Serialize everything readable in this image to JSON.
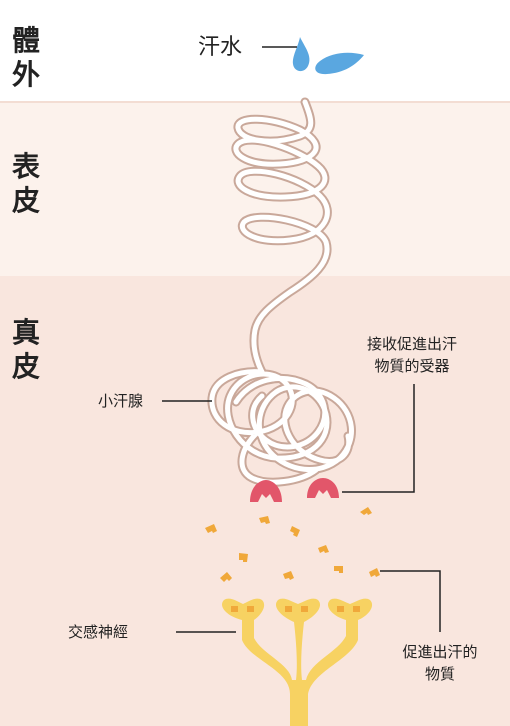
{
  "zones": {
    "outside_label": "體外",
    "epidermis_label": "表皮",
    "dermis_label": "真皮"
  },
  "labels": {
    "sweat": "汗水",
    "sweat_gland": "小汗腺",
    "receptor_line1": "接收促進出汗",
    "receptor_line2": "物質的受器",
    "sympathetic_nerve": "交感神經",
    "substance_line1": "促進出汗的",
    "substance_line2": "物質"
  },
  "colors": {
    "outside_bg": "#ffffff",
    "epidermis_bg": "#fcf2ec",
    "dermis_bg": "#f9e6de",
    "gland_tube": "#c9a89a",
    "gland_fill": "#ffffff",
    "sweat_drop": "#5aa7e0",
    "receptor": "#e2566a",
    "nerve": "#f7d262",
    "transmitter": "#f0a83a"
  }
}
